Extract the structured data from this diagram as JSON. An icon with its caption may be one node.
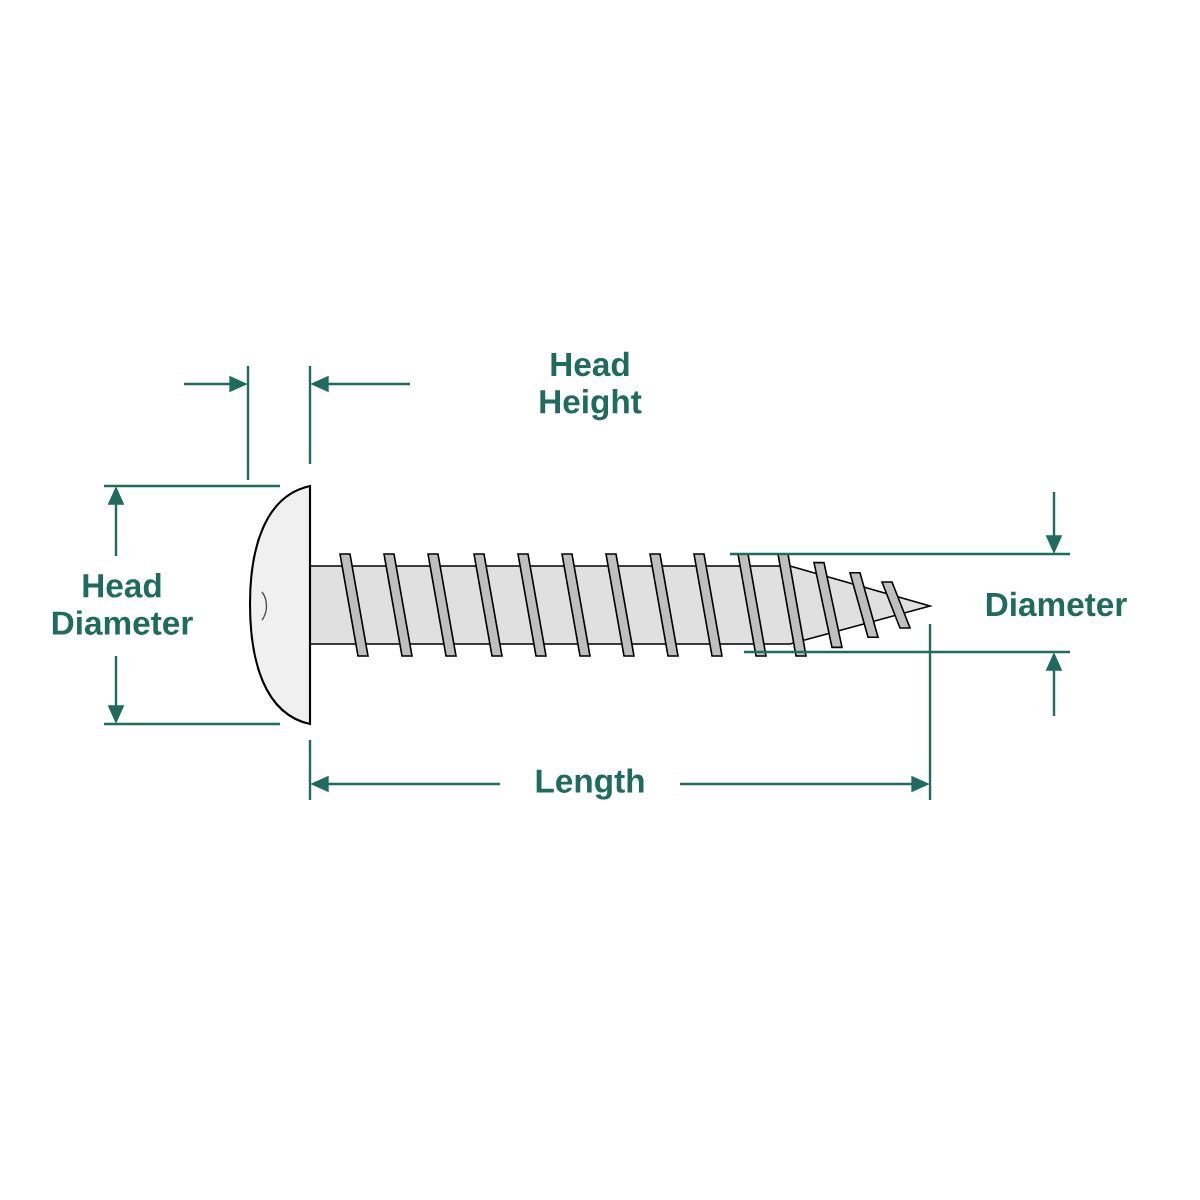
{
  "diagram": {
    "labels": [
      "Head Height",
      "Head Diameter",
      "Diameter",
      "Length"
    ]
  }
}
